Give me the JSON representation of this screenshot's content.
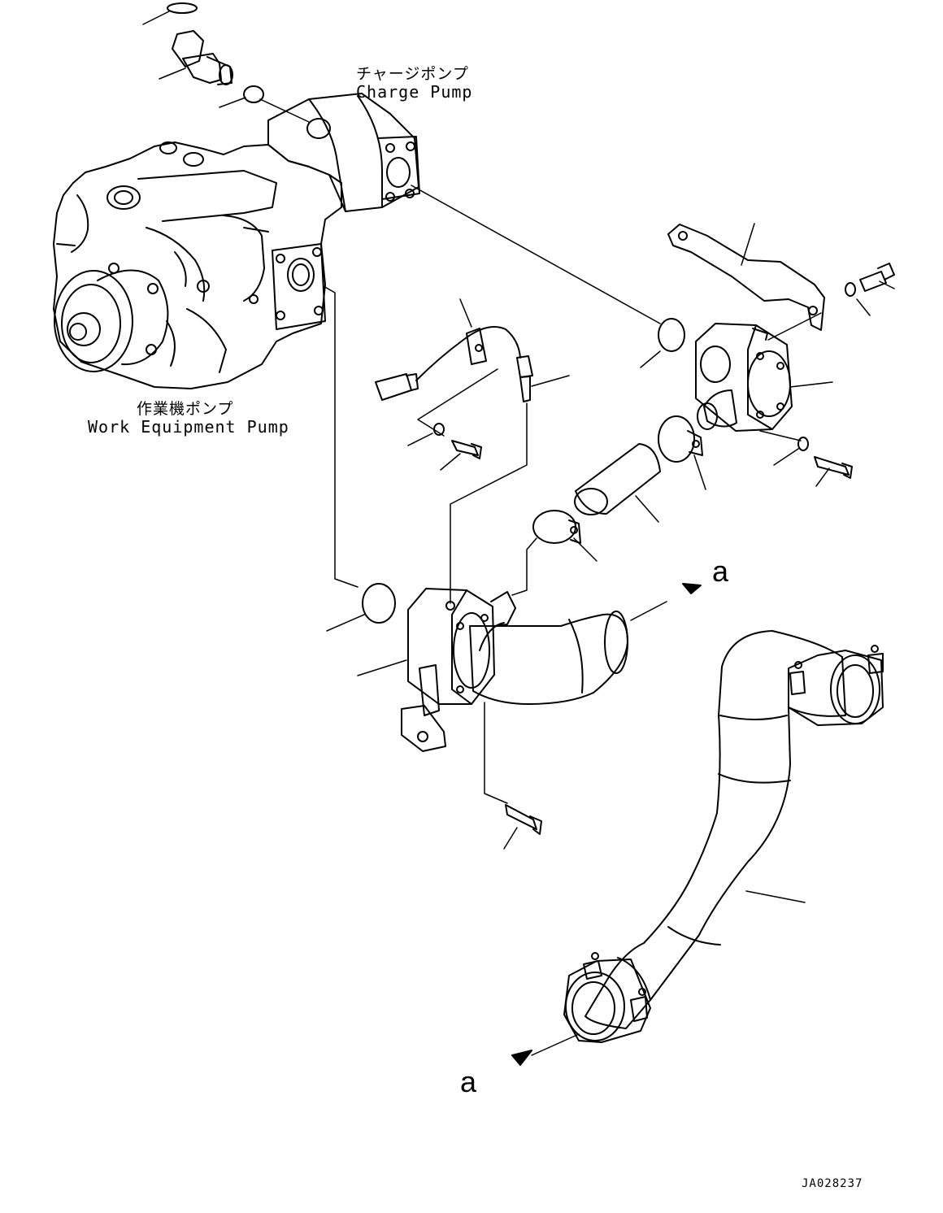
{
  "labels": {
    "charge_pump_jp": "チャージポンプ",
    "charge_pump_en": "Charge Pump",
    "work_pump_jp": "作業機ポンプ",
    "work_pump_en": "Work Equipment Pump",
    "ref_a_top": "a",
    "ref_a_bottom": "a",
    "drawing_code": "JA028237"
  }
}
